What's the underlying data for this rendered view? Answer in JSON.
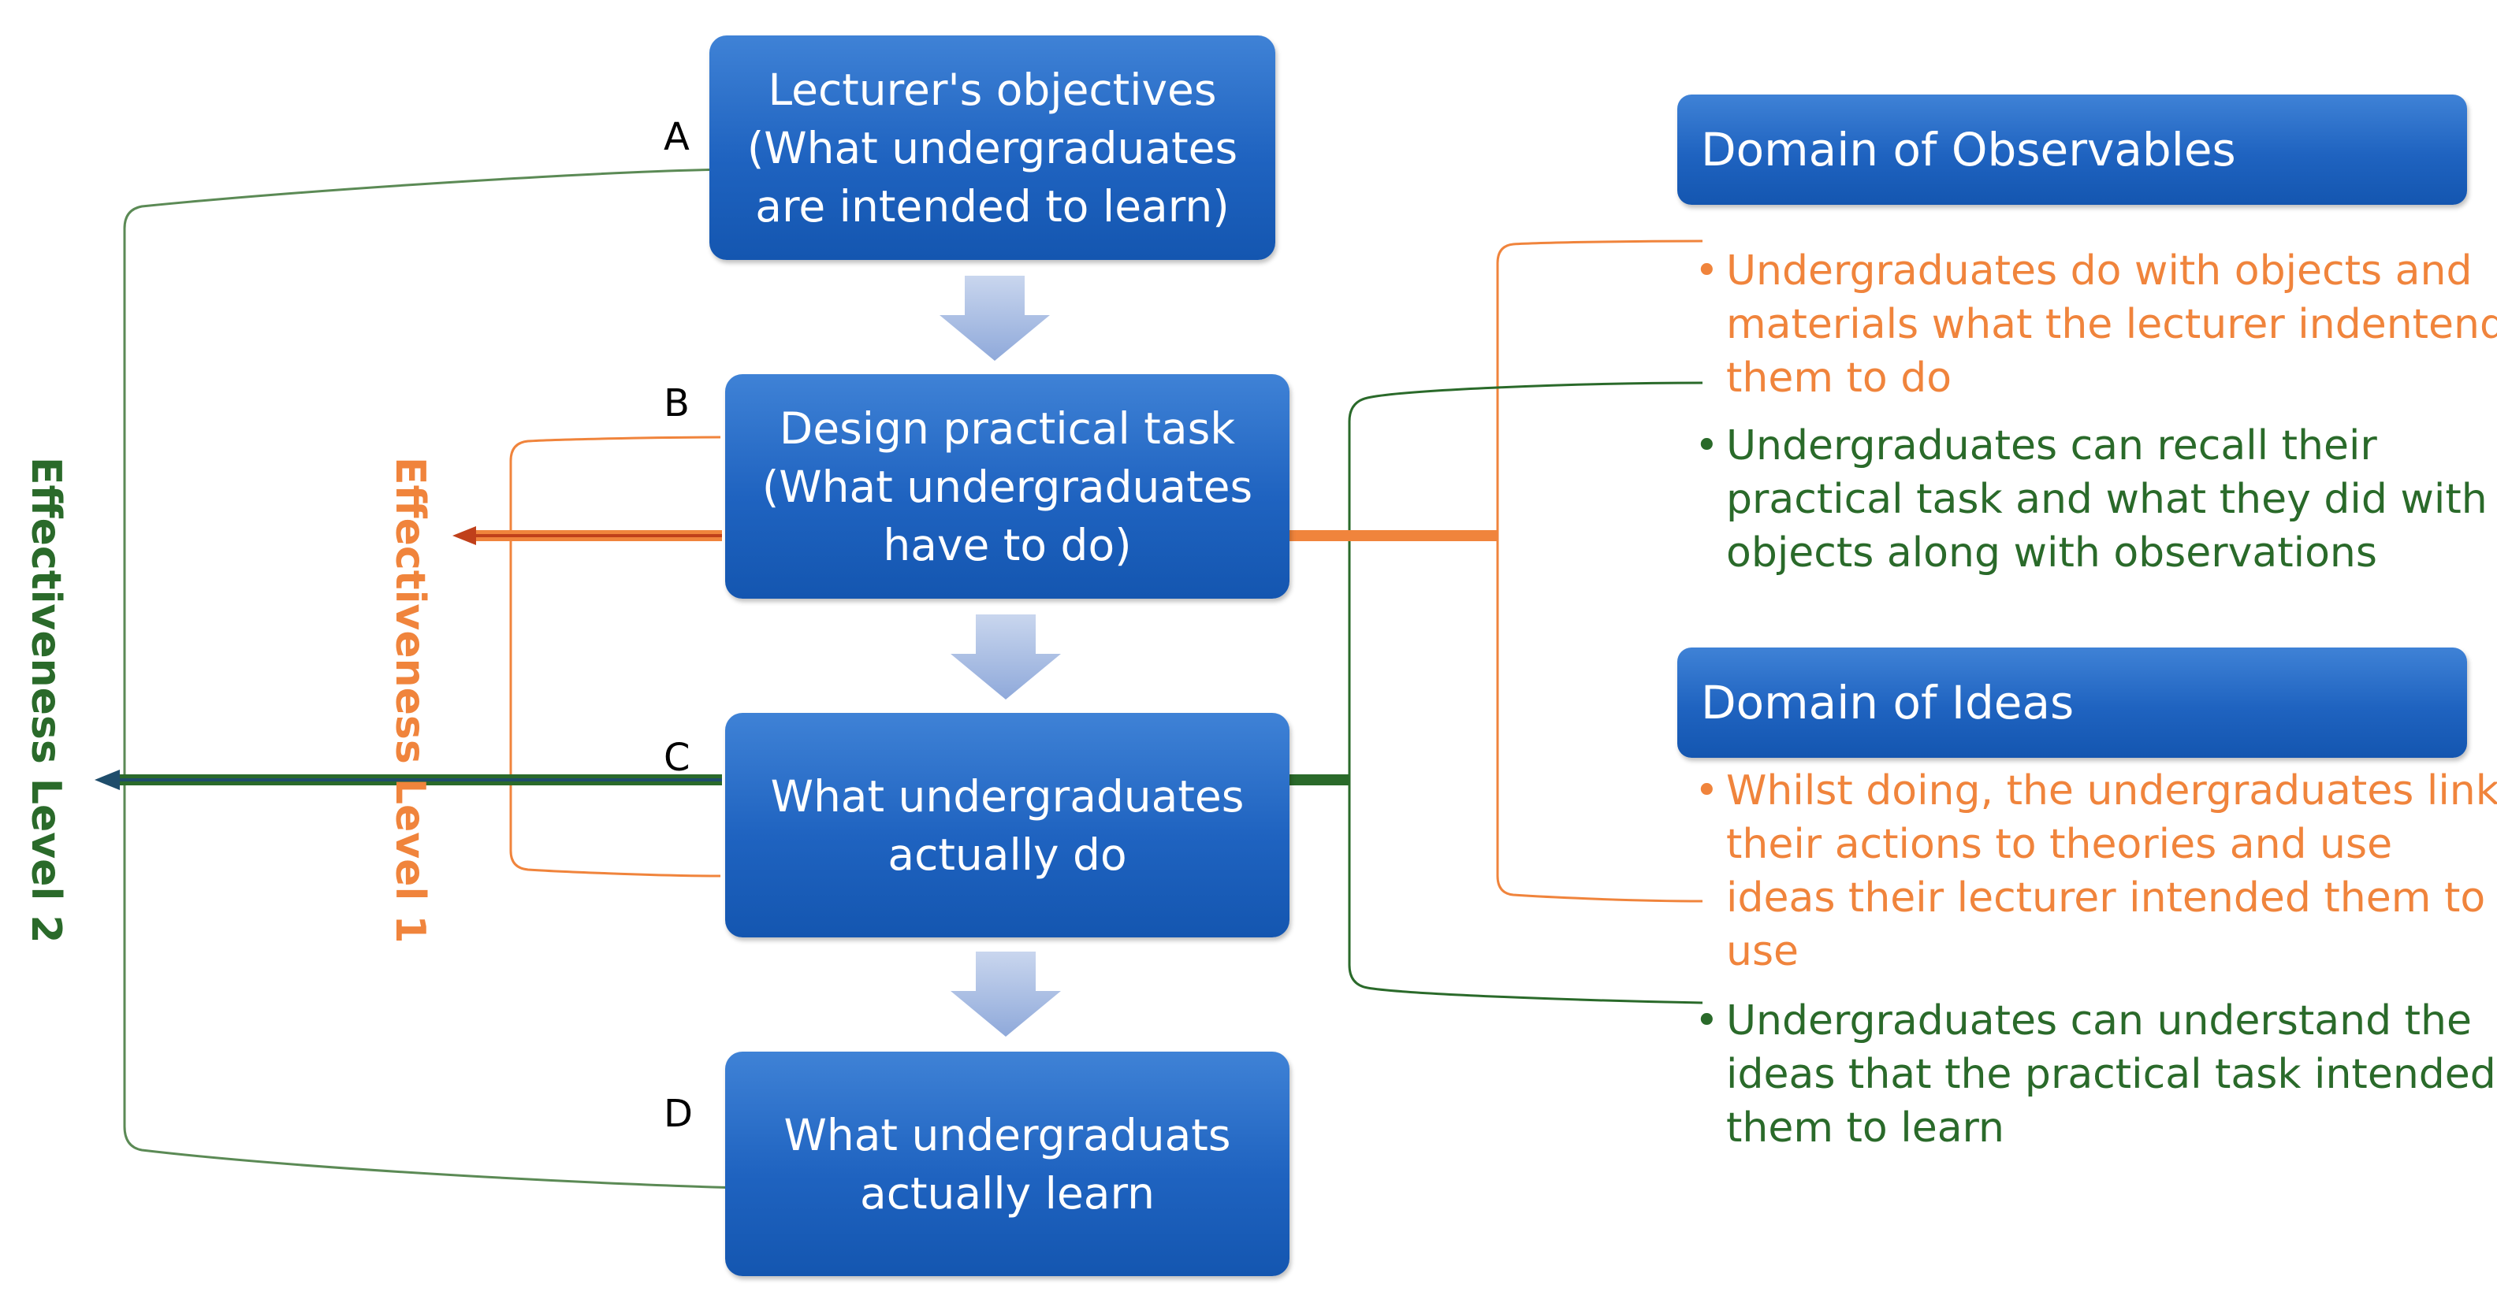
{
  "flow": {
    "box_a": {
      "letter": "A",
      "line1": "Lecturer's objectives",
      "line2": "(What undergraduates",
      "line3": "are intended to learn)"
    },
    "box_b": {
      "letter": "B",
      "line1": "Design practical task",
      "line2": "(What undergraduates",
      "line3": "have to do)"
    },
    "box_c": {
      "letter": "C",
      "line1": "What undergraduates",
      "line2": "actually do"
    },
    "box_d": {
      "letter": "D",
      "line1": "What undergraduats",
      "line2": "actually learn"
    }
  },
  "levels": {
    "level1": "Effectiveness Level 1",
    "level2": "Effectiveness Level 2"
  },
  "domains": {
    "observables": {
      "title": "Domain of Observables",
      "bullets": [
        "Undergraduates do with objects and materials what the lecturer indentend them to do",
        "Undergraduates can recall their practical task and what they did with objects along with observations"
      ]
    },
    "ideas": {
      "title": "Domain of Ideas",
      "bullets": [
        "Whilst doing, the undergraduates link their actions to theories and use ideas their lecturer intended them to use",
        "Undergraduates can understand the ideas that the practical task intended them to learn"
      ]
    }
  },
  "colors": {
    "box_blue": "#1f63c0",
    "orange": "#f0843c",
    "green": "#2a6a2a",
    "down_arrow": "#a9bfe6"
  }
}
